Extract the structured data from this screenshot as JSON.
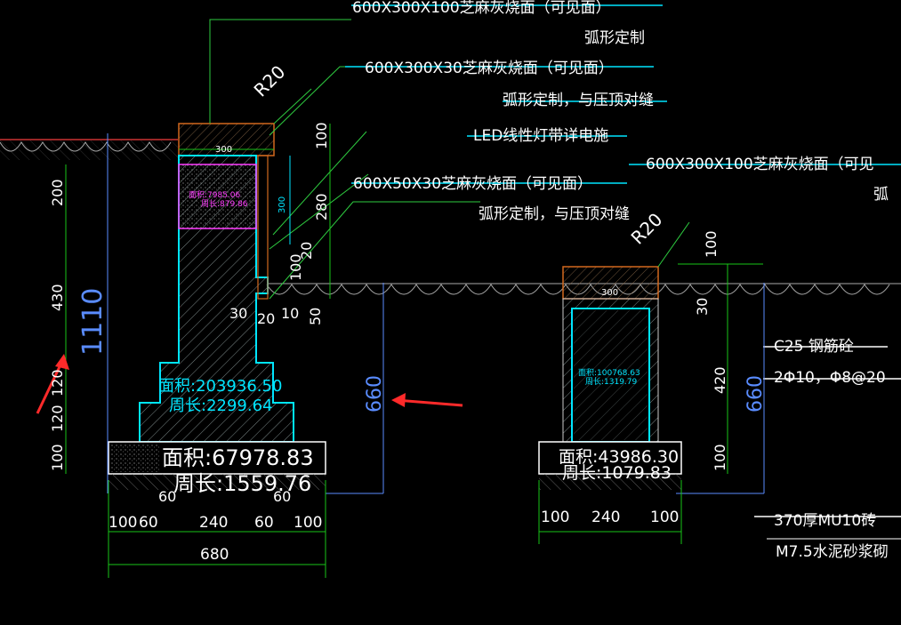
{
  "colors": {
    "background": "#000000",
    "leader": "#2ecc40",
    "dim": "#19c519",
    "cyan": "#00e5ff",
    "cap": "#d2691e",
    "magenta": "#ff3cff",
    "blue": "#5a8cff",
    "white": "#ffffff",
    "red": "#ff2a2a"
  },
  "annotations": {
    "a1": "600X300X100芝麻灰烧面（可见面）",
    "a1b": "弧形定制",
    "a2": "600X300X30芝麻灰烧面（可见面）",
    "a2b": "弧形定制，与压顶对缝",
    "a3": "LED线性灯带详电施",
    "a4": "600X50X30芝麻灰烧面（可见面）",
    "a4b": "弧形定制，与压顶对缝",
    "a5": "600X300X100芝麻灰烧面（可见",
    "a5b": "弧",
    "r1": "R20",
    "r2": "R20",
    "c25": "C25 钢筋砼",
    "rebar": "2Φ10，Φ8@20",
    "brick": "370厚MU10砖",
    "mortar": "M7.5水泥砂浆砌"
  },
  "left": {
    "cap_width": "300",
    "inner_300": "300",
    "area_small": "面积:7985.06",
    "perim_small": "周长:879.86",
    "area_mid": "面积:203936.50",
    "perim_mid": "周长:2299.64",
    "area_base": "面积:67978.83",
    "perim_base": "周长:1559.76",
    "dims_left": [
      "200",
      "430",
      "120",
      "120",
      "100"
    ],
    "total_1110": "1110",
    "dims_right": [
      "100",
      "280",
      "20",
      "100"
    ],
    "d30": "30",
    "d20": "20",
    "d10": "10",
    "d50": "50",
    "d660": "660",
    "d60a": "60",
    "d60b": "60",
    "bottom": [
      "100",
      "60",
      "240",
      "60",
      "100"
    ],
    "total_680": "680"
  },
  "right": {
    "cap_width": "300",
    "area_small": "面积:100768.63",
    "perim_small": "周长:1319.79",
    "area_base": "面积:43986.30",
    "perim_base": "周长:1079.83",
    "d100top": "100",
    "d30": "30",
    "d420": "420",
    "d100b": "100",
    "d660": "660",
    "bottom": [
      "100",
      "240",
      "100"
    ]
  }
}
